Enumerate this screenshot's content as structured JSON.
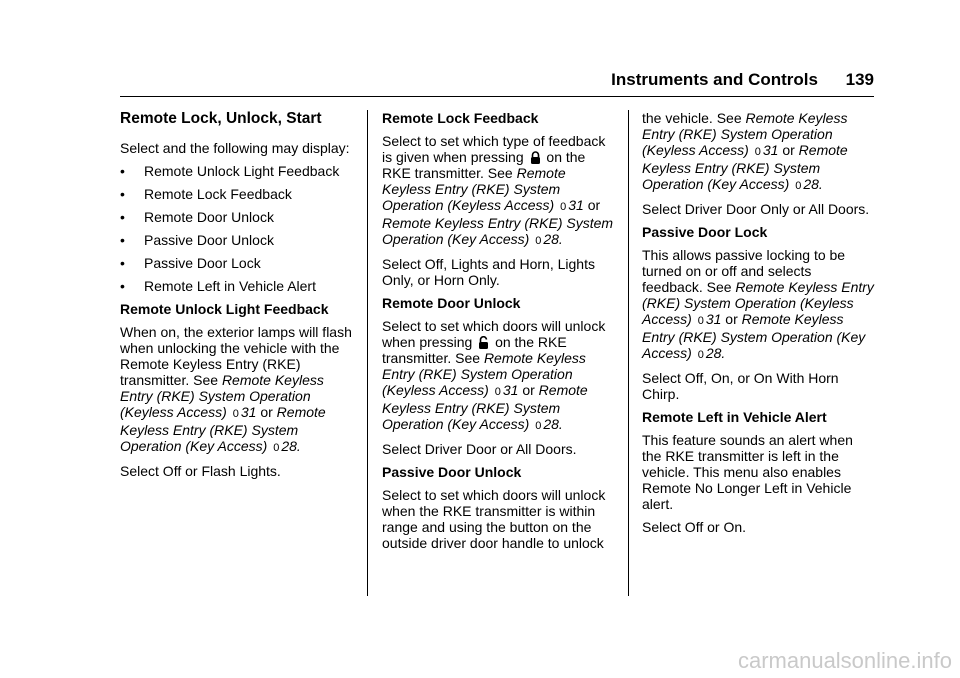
{
  "header": {
    "section": "Instruments and Controls",
    "page_number": "139"
  },
  "col1": {
    "title": "Remote Lock, Unlock, Start",
    "intro": "Select and the following may display:",
    "bullet_char": "•",
    "bullets": [
      "Remote Unlock Light Feedback",
      "Remote Lock Feedback",
      "Remote Door Unlock",
      "Passive Door Unlock",
      "Passive Door Lock",
      "Remote Left in Vehicle Alert"
    ],
    "s1_heading": "Remote Unlock Light Feedback",
    "s1_body_pre": "When on, the exterior lamps will flash when unlocking the vehicle with the Remote Keyless Entry (RKE) transmitter. See ",
    "ref_a": "Remote Keyless Entry (RKE) System Operation (Keyless Access)",
    "arrow": "0",
    "page_a": "31",
    "or": "or",
    "ref_b": "Remote Keyless Entry (RKE) System Operation (Key Access)",
    "page_b": "28.",
    "s1_select": "Select Off or Flash Lights."
  },
  "col2": {
    "s2_heading": "Remote Lock Feedback",
    "s2_body_pre": "Select to set which type of feedback is given when pressing",
    "s2_body_post": "on the RKE transmitter. See ",
    "s2_select": "Select Off, Lights and Horn, Lights Only, or Horn Only.",
    "s3_heading": "Remote Door Unlock",
    "s3_body_pre": "Select to set which doors will unlock when pressing",
    "s3_body_post": "on the RKE transmitter. See ",
    "s3_select": "Select Driver Door or All Doors.",
    "s4_heading": "Passive Door Unlock",
    "s4_body": "Select to set which doors will unlock when the RKE transmitter is within range and using the button on the outside driver door handle to unlock"
  },
  "col3": {
    "s4_cont": "the vehicle. See ",
    "s4_select": "Select Driver Door Only or All Doors.",
    "s5_heading": "Passive Door Lock",
    "s5_body": "This allows passive locking to be turned on or off and selects feedback. See ",
    "s5_select": "Select Off, On, or On With Horn Chirp.",
    "s6_heading": "Remote Left in Vehicle Alert",
    "s6_body": "This feature sounds an alert when the RKE transmitter is left in the vehicle. This menu also enables Remote No Longer Left in Vehicle alert.",
    "s6_select": "Select Off or On."
  },
  "watermark": "carmanualsonline.info"
}
